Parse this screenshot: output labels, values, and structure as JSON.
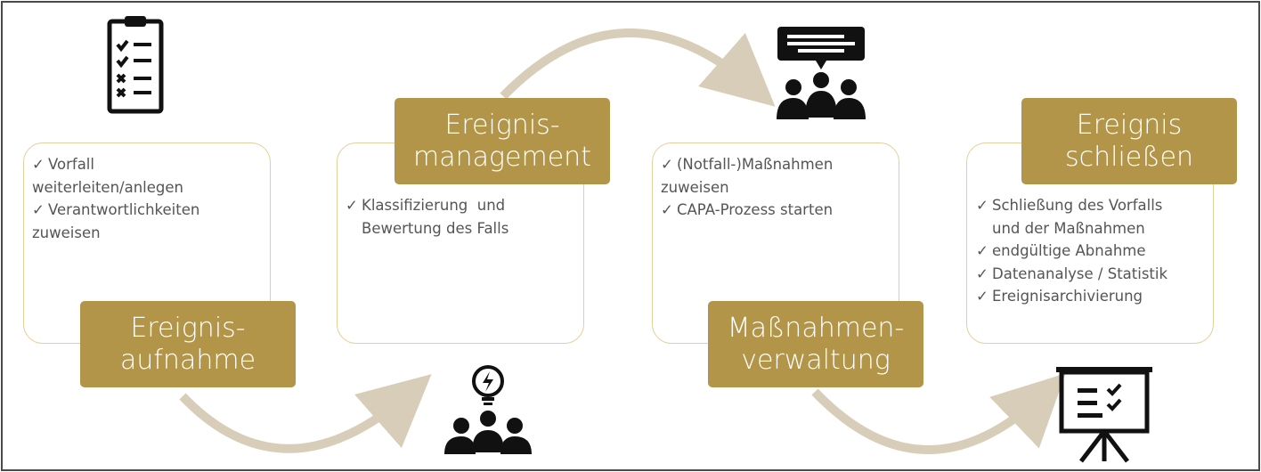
{
  "stages": [
    {
      "id": "aufnahme",
      "label_lines": [
        "Ereignis-",
        "aufnahme"
      ],
      "items": [
        {
          "lines": [
            "Vorfall",
            "weiterleiten/anlegen"
          ]
        },
        {
          "lines": [
            "Verantwortlichkeiten",
            "zuweisen"
          ]
        }
      ],
      "icon": "clipboard-checklist-icon"
    },
    {
      "id": "management",
      "label_lines": [
        "Ereignis-",
        "management"
      ],
      "items": [
        {
          "lines": [
            "Klassifizierung  und",
            "Bewertung des Falls"
          ]
        }
      ],
      "icon": "team-lightbulb-icon"
    },
    {
      "id": "verwaltung",
      "label_lines": [
        "Maßnahmen-",
        "verwaltung"
      ],
      "items": [
        {
          "lines": [
            "(Notfall-)Maßnahmen",
            "zuweisen"
          ]
        },
        {
          "lines": [
            "CAPA-Prozess starten"
          ]
        }
      ],
      "icon": "team-speech-bubble-icon"
    },
    {
      "id": "schliessen",
      "label_lines": [
        "Ereignis",
        "schließen"
      ],
      "items": [
        {
          "lines": [
            "Schließung des Vorfalls",
            "und der Maßnahmen"
          ]
        },
        {
          "lines": [
            "endgültige Abnahme"
          ]
        },
        {
          "lines": [
            "Datenanalyse / Statistik"
          ]
        },
        {
          "lines": [
            "Ereignisarchivierung"
          ]
        }
      ],
      "icon": "presentation-board-icon"
    }
  ],
  "check_mark": "✓",
  "colors": {
    "label_bg": "#b3954a",
    "card_border": "#e2cf9a",
    "arrow": "#d8cdb8",
    "icon": "#111111"
  }
}
